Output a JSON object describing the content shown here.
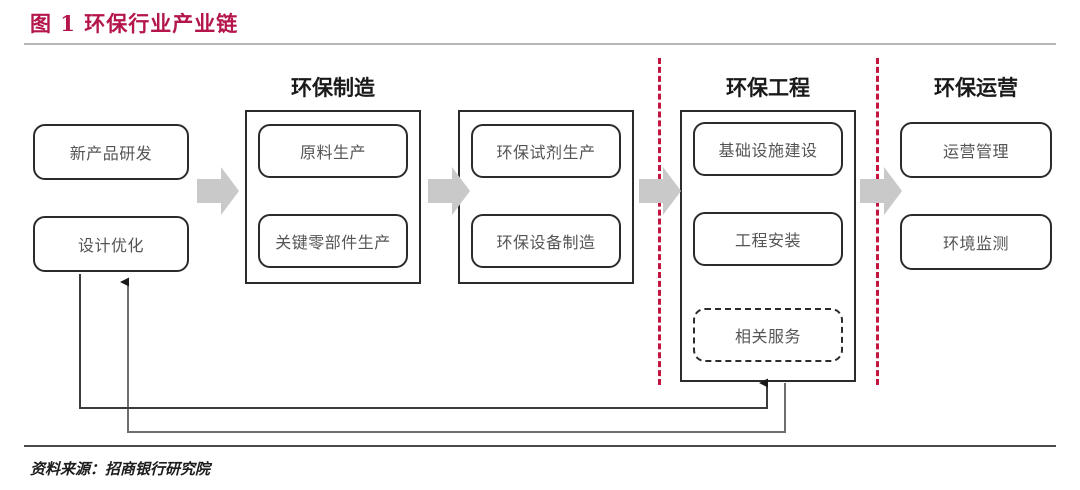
{
  "figure": {
    "title": "图 1  环保行业产业链",
    "title_color": "#b4154b",
    "source_note": "资料来源：招商银行研究院"
  },
  "sections": [
    {
      "id": "manufacturing",
      "label": "环保制造"
    },
    {
      "id": "engineering",
      "label": "环保工程"
    },
    {
      "id": "operations",
      "label": "环保运营"
    }
  ],
  "nodes": {
    "new_product_rd": "新产品研发",
    "design_optimization": "设计优化",
    "raw_material": "原料生产",
    "key_components": "关键零部件生产",
    "eco_reagent": "环保试剂生产",
    "eco_equipment": "环保设备制造",
    "infrastructure": "基础设施建设",
    "installation": "工程安装",
    "related_services": "相关服务",
    "operation_mgmt": "运营管理",
    "env_monitoring": "环境监测"
  },
  "icons": {
    "flow_arrow": "block-right-arrow",
    "feedback_arrow": "line-up-arrow"
  },
  "colors": {
    "accent_red": "#c3153f",
    "title_red": "#b4154b",
    "box_border": "#2b2b2b",
    "node_text": "#555555",
    "flow_arrow": "#c9c9c9",
    "rule_gray": "#b8b8b8",
    "rule_dark": "#4a4a4a"
  }
}
